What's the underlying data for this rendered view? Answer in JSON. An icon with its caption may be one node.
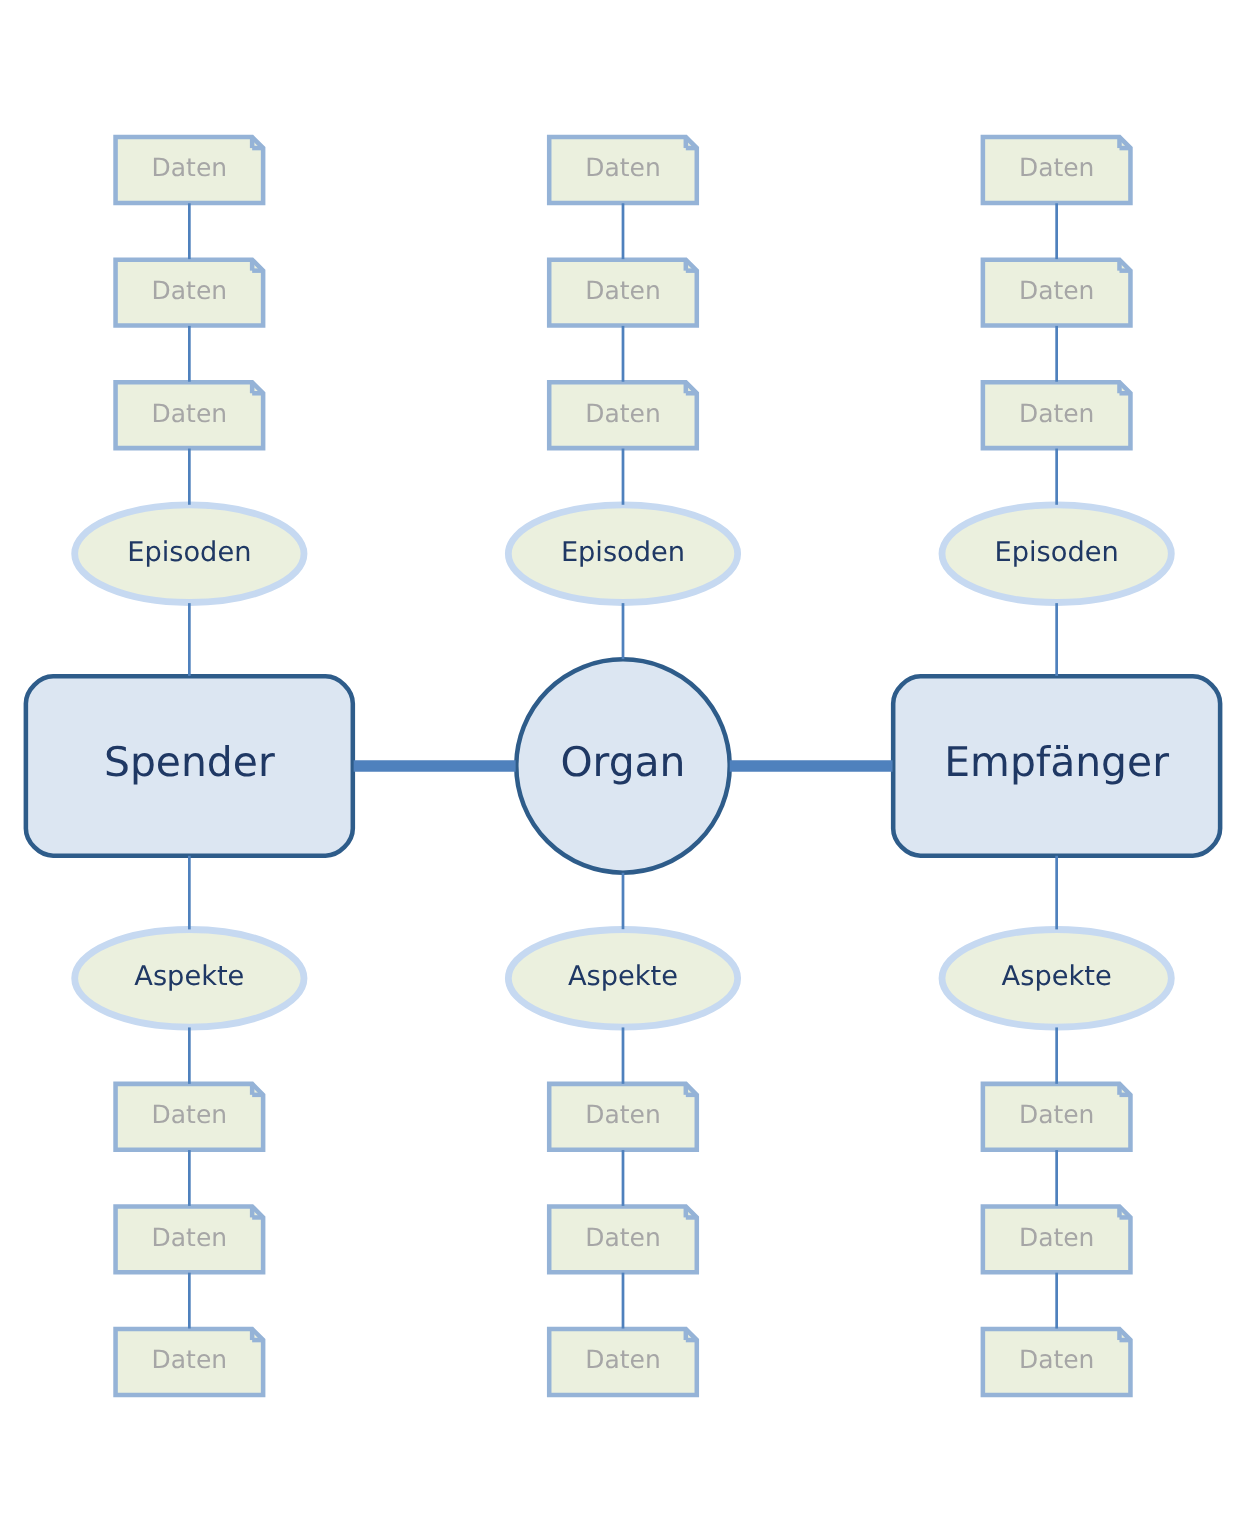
{
  "diagram": {
    "nodes": [
      {
        "text": [
          "Daten"
        ]
      },
      {
        "text": [
          "Daten"
        ]
      },
      {
        "text": [
          "Daten"
        ]
      },
      {
        "text": [
          "Daten"
        ]
      },
      {
        "text": [
          "Daten"
        ]
      },
      {
        "text": [
          "Daten"
        ]
      },
      {
        "text": [
          "Daten"
        ]
      },
      {
        "text": [
          "Daten"
        ]
      },
      {
        "text": [
          "Daten"
        ]
      },
      {
        "text": [
          "Episoden"
        ]
      },
      {
        "text": [
          "Episoden"
        ]
      },
      {
        "text": [
          "Episoden"
        ]
      },
      {
        "text": [
          "Spender"
        ]
      },
      {
        "text": [
          "Organ"
        ]
      },
      {
        "text": [
          "Empfänger"
        ]
      },
      {
        "text": [
          "Aspekte"
        ]
      },
      {
        "text": [
          "Aspekte"
        ]
      },
      {
        "text": [
          "Aspekte"
        ]
      },
      {
        "text": [
          "Daten"
        ]
      },
      {
        "text": [
          "Daten"
        ]
      },
      {
        "text": [
          "Daten"
        ]
      },
      {
        "text": [
          "Daten"
        ]
      },
      {
        "text": [
          "Daten"
        ]
      },
      {
        "text": [
          "Daten"
        ]
      },
      {
        "text": [
          "Daten"
        ]
      },
      {
        "text": [
          "Daten"
        ]
      },
      {
        "text": [
          "Daten"
        ]
      }
    ],
    "edges": [
      {
        "from": 0,
        "to": 3,
        "arrow": "none"
      },
      {
        "from": 3,
        "to": 6,
        "arrow": "none"
      },
      {
        "from": 6,
        "to": 9,
        "arrow": "none"
      },
      {
        "from": 9,
        "to": 12,
        "arrow": "none"
      },
      {
        "from": 12,
        "to": 15,
        "arrow": "none"
      },
      {
        "from": 15,
        "to": 18,
        "arrow": "none"
      },
      {
        "from": 18,
        "to": 21,
        "arrow": "none"
      },
      {
        "from": 21,
        "to": 24,
        "arrow": "none"
      },
      {
        "from": 1,
        "to": 4,
        "arrow": "none"
      },
      {
        "from": 4,
        "to": 7,
        "arrow": "none"
      },
      {
        "from": 7,
        "to": 10,
        "arrow": "none"
      },
      {
        "from": 10,
        "to": 13,
        "arrow": "none"
      },
      {
        "from": 13,
        "to": 16,
        "arrow": "none"
      },
      {
        "from": 16,
        "to": 19,
        "arrow": "none"
      },
      {
        "from": 19,
        "to": 22,
        "arrow": "none"
      },
      {
        "from": 22,
        "to": 25,
        "arrow": "none"
      },
      {
        "from": 2,
        "to": 5,
        "arrow": "none"
      },
      {
        "from": 5,
        "to": 8,
        "arrow": "none"
      },
      {
        "from": 8,
        "to": 11,
        "arrow": "none"
      },
      {
        "from": 11,
        "to": 14,
        "arrow": "none"
      },
      {
        "from": 14,
        "to": 17,
        "arrow": "none"
      },
      {
        "from": 17,
        "to": 20,
        "arrow": "none"
      },
      {
        "from": 20,
        "to": 23,
        "arrow": "none"
      },
      {
        "from": 23,
        "to": 26,
        "arrow": "none"
      },
      {
        "from": 12,
        "to": 13,
        "arrow": "none",
        "style": "thick"
      },
      {
        "from": 13,
        "to": 14,
        "arrow": "none",
        "style": "thick"
      }
    ]
  }
}
